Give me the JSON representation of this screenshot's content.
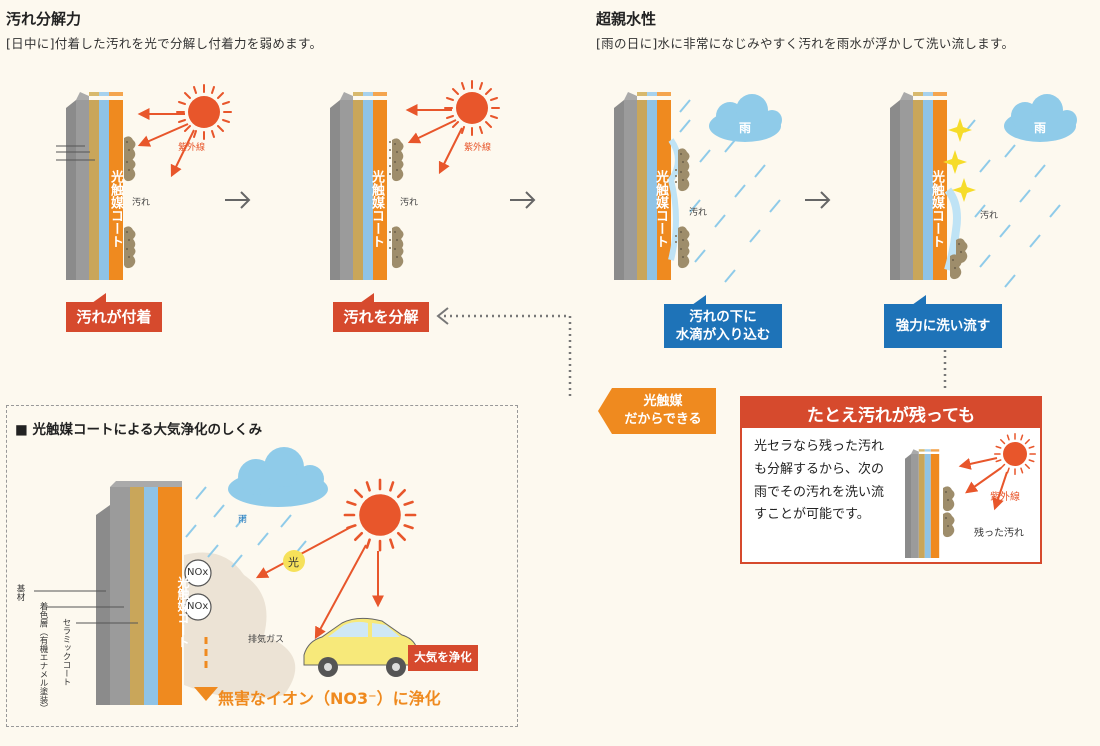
{
  "left_section": {
    "title": "汚れ分解力",
    "subtitle": "[日中に]付着した汚れを光で分解し付着力を弱めます。"
  },
  "right_section": {
    "title": "超親水性",
    "subtitle": "[雨の日に]水に非常になじみやすく汚れを雨水が浮かして洗い流します。"
  },
  "labels": {
    "coat": "光触媒コート",
    "uv": "紫外線",
    "dirt": "汚れ",
    "rain": "雨",
    "remaining_dirt": "残った汚れ"
  },
  "steps": [
    {
      "label": "汚れが付着"
    },
    {
      "label": "汚れを分解"
    },
    {
      "label": "汚れの下に\n水滴が入り込む"
    },
    {
      "label": "強力に洗い流す"
    }
  ],
  "photo_badge": "光触媒\nだからできる",
  "callout": {
    "title": "たとえ汚れが残っても",
    "body": "光セラなら残った汚れも分解するから、次の雨でその汚れを洗い流すことが可能です。"
  },
  "air": {
    "title": "■ 光触媒コートによる大気浄化のしくみ",
    "light": "光",
    "nox": "NOx",
    "exhaust": "排気ガス",
    "purify_badge": "大気を浄化",
    "result": "無害なイオン（NO3⁻）に浄化",
    "layers": {
      "base": "基材",
      "color": "着色層（有機エナメル塗装）",
      "ceramic": "セラミックコート"
    }
  },
  "colors": {
    "red": "#d64a2d",
    "blue": "#1e73b8",
    "orange": "#ef8a1f",
    "sun": "#e8562b",
    "cloud": "#8fcbe9"
  }
}
